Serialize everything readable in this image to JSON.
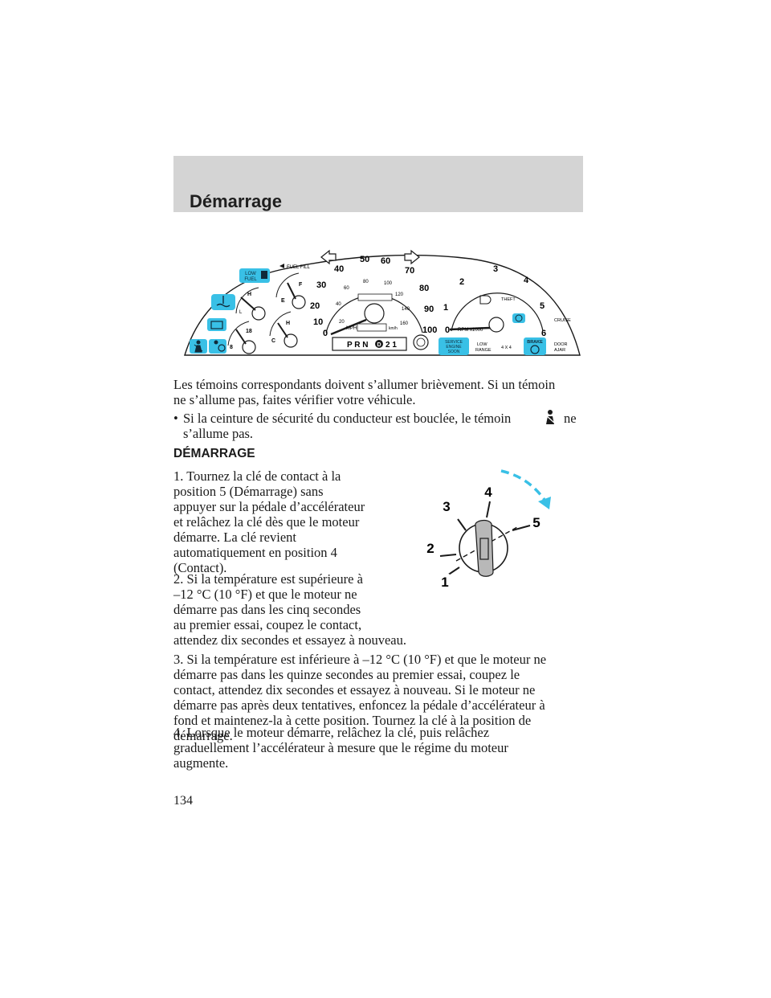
{
  "header": {
    "title": "Démarrage"
  },
  "cluster": {
    "low_fuel": [
      "LOW",
      "FUEL"
    ],
    "fuel_fill": "FUEL FILL",
    "fuel_gauge": {
      "full": "F",
      "empty": "E"
    },
    "temp_gauge": {
      "hot": "H",
      "cold": "C"
    },
    "oil_gauge": {
      "high": "H",
      "low": "L"
    },
    "volt_gauge": {
      "high": "18",
      "low": "8"
    },
    "speedometer": {
      "mph_ticks": [
        "0",
        "10",
        "20",
        "30",
        "40",
        "50",
        "60",
        "70",
        "80",
        "90",
        "100"
      ],
      "kmh_ticks": [
        "20",
        "40",
        "60",
        "80",
        "100",
        "120",
        "140",
        "160"
      ],
      "mph_label": "MPH",
      "kmh_label": "km/h"
    },
    "tachometer": {
      "ticks": [
        "0",
        "1",
        "2",
        "3",
        "4",
        "5",
        "6"
      ],
      "label": "RPM x1000"
    },
    "theft": "THEFT",
    "cruise": "CRUISE",
    "prndl": "P R N",
    "prndl_od": "D",
    "prndl_low": "2 1",
    "service_engine": [
      "SERVICE",
      "ENGINE",
      "SOON"
    ],
    "low_range": [
      "LOW",
      "RANGE"
    ],
    "four_by_four": "4 X 4",
    "brake": "BRAKE",
    "door_ajar": [
      "DOOR",
      "AJAR"
    ]
  },
  "content": {
    "intro_lines": [
      "Les témoins correspondants doivent s’allumer brièvement. Si un témoin",
      "ne s’allume pas, faites vérifier votre véhicule."
    ],
    "bullet_line1": "Si la ceinture de sécurité du conducteur est bouclée, le témoin",
    "bullet_line1_end": "ne",
    "bullet_line2": "s’allume pas.",
    "section_title": "DÉMARRAGE",
    "step1_lines": [
      "1. Tournez la clé de contact à la",
      "position 5 (Démarrage) sans",
      "appuyer sur la pédale d’accélérateur",
      "et relâchez la clé dès que le moteur",
      "démarre. La clé revient",
      "automatiquement en position 4",
      "(Contact)."
    ],
    "step2_lines": [
      "2. Si la température est supérieure à",
      "–12 °C (10 °F) et que le moteur ne",
      "démarre pas dans les cinq secondes",
      "au premier essai, coupez le contact,",
      "attendez dix secondes et essayez à nouveau."
    ],
    "step3_lines": [
      "3. Si la température est inférieure à –12 °C (10 °F) et que le moteur ne",
      "démarre pas dans les quinze secondes au premier essai, coupez le",
      "contact, attendez dix secondes et essayez à nouveau. Si le moteur ne",
      "démarre pas après deux tentatives, enfoncez la pédale d’accélérateur à",
      "fond et maintenez-la à cette position. Tournez la clé à la position de",
      "démarrage."
    ],
    "step4_lines": [
      "4. Lorsque le moteur démarre, relâchez la clé, puis relâchez",
      "graduellement l’accélérateur à mesure que le régime du moteur",
      "augmente."
    ]
  },
  "ignition": {
    "positions": [
      "1",
      "2",
      "3",
      "4",
      "5"
    ]
  },
  "footer": {
    "page_number": "134"
  },
  "colors": {
    "header_band": "#d4d4d4",
    "cyan": "#39c0e6",
    "cyan_dark": "#1aa9d6",
    "ink": "#1a1a1a"
  }
}
